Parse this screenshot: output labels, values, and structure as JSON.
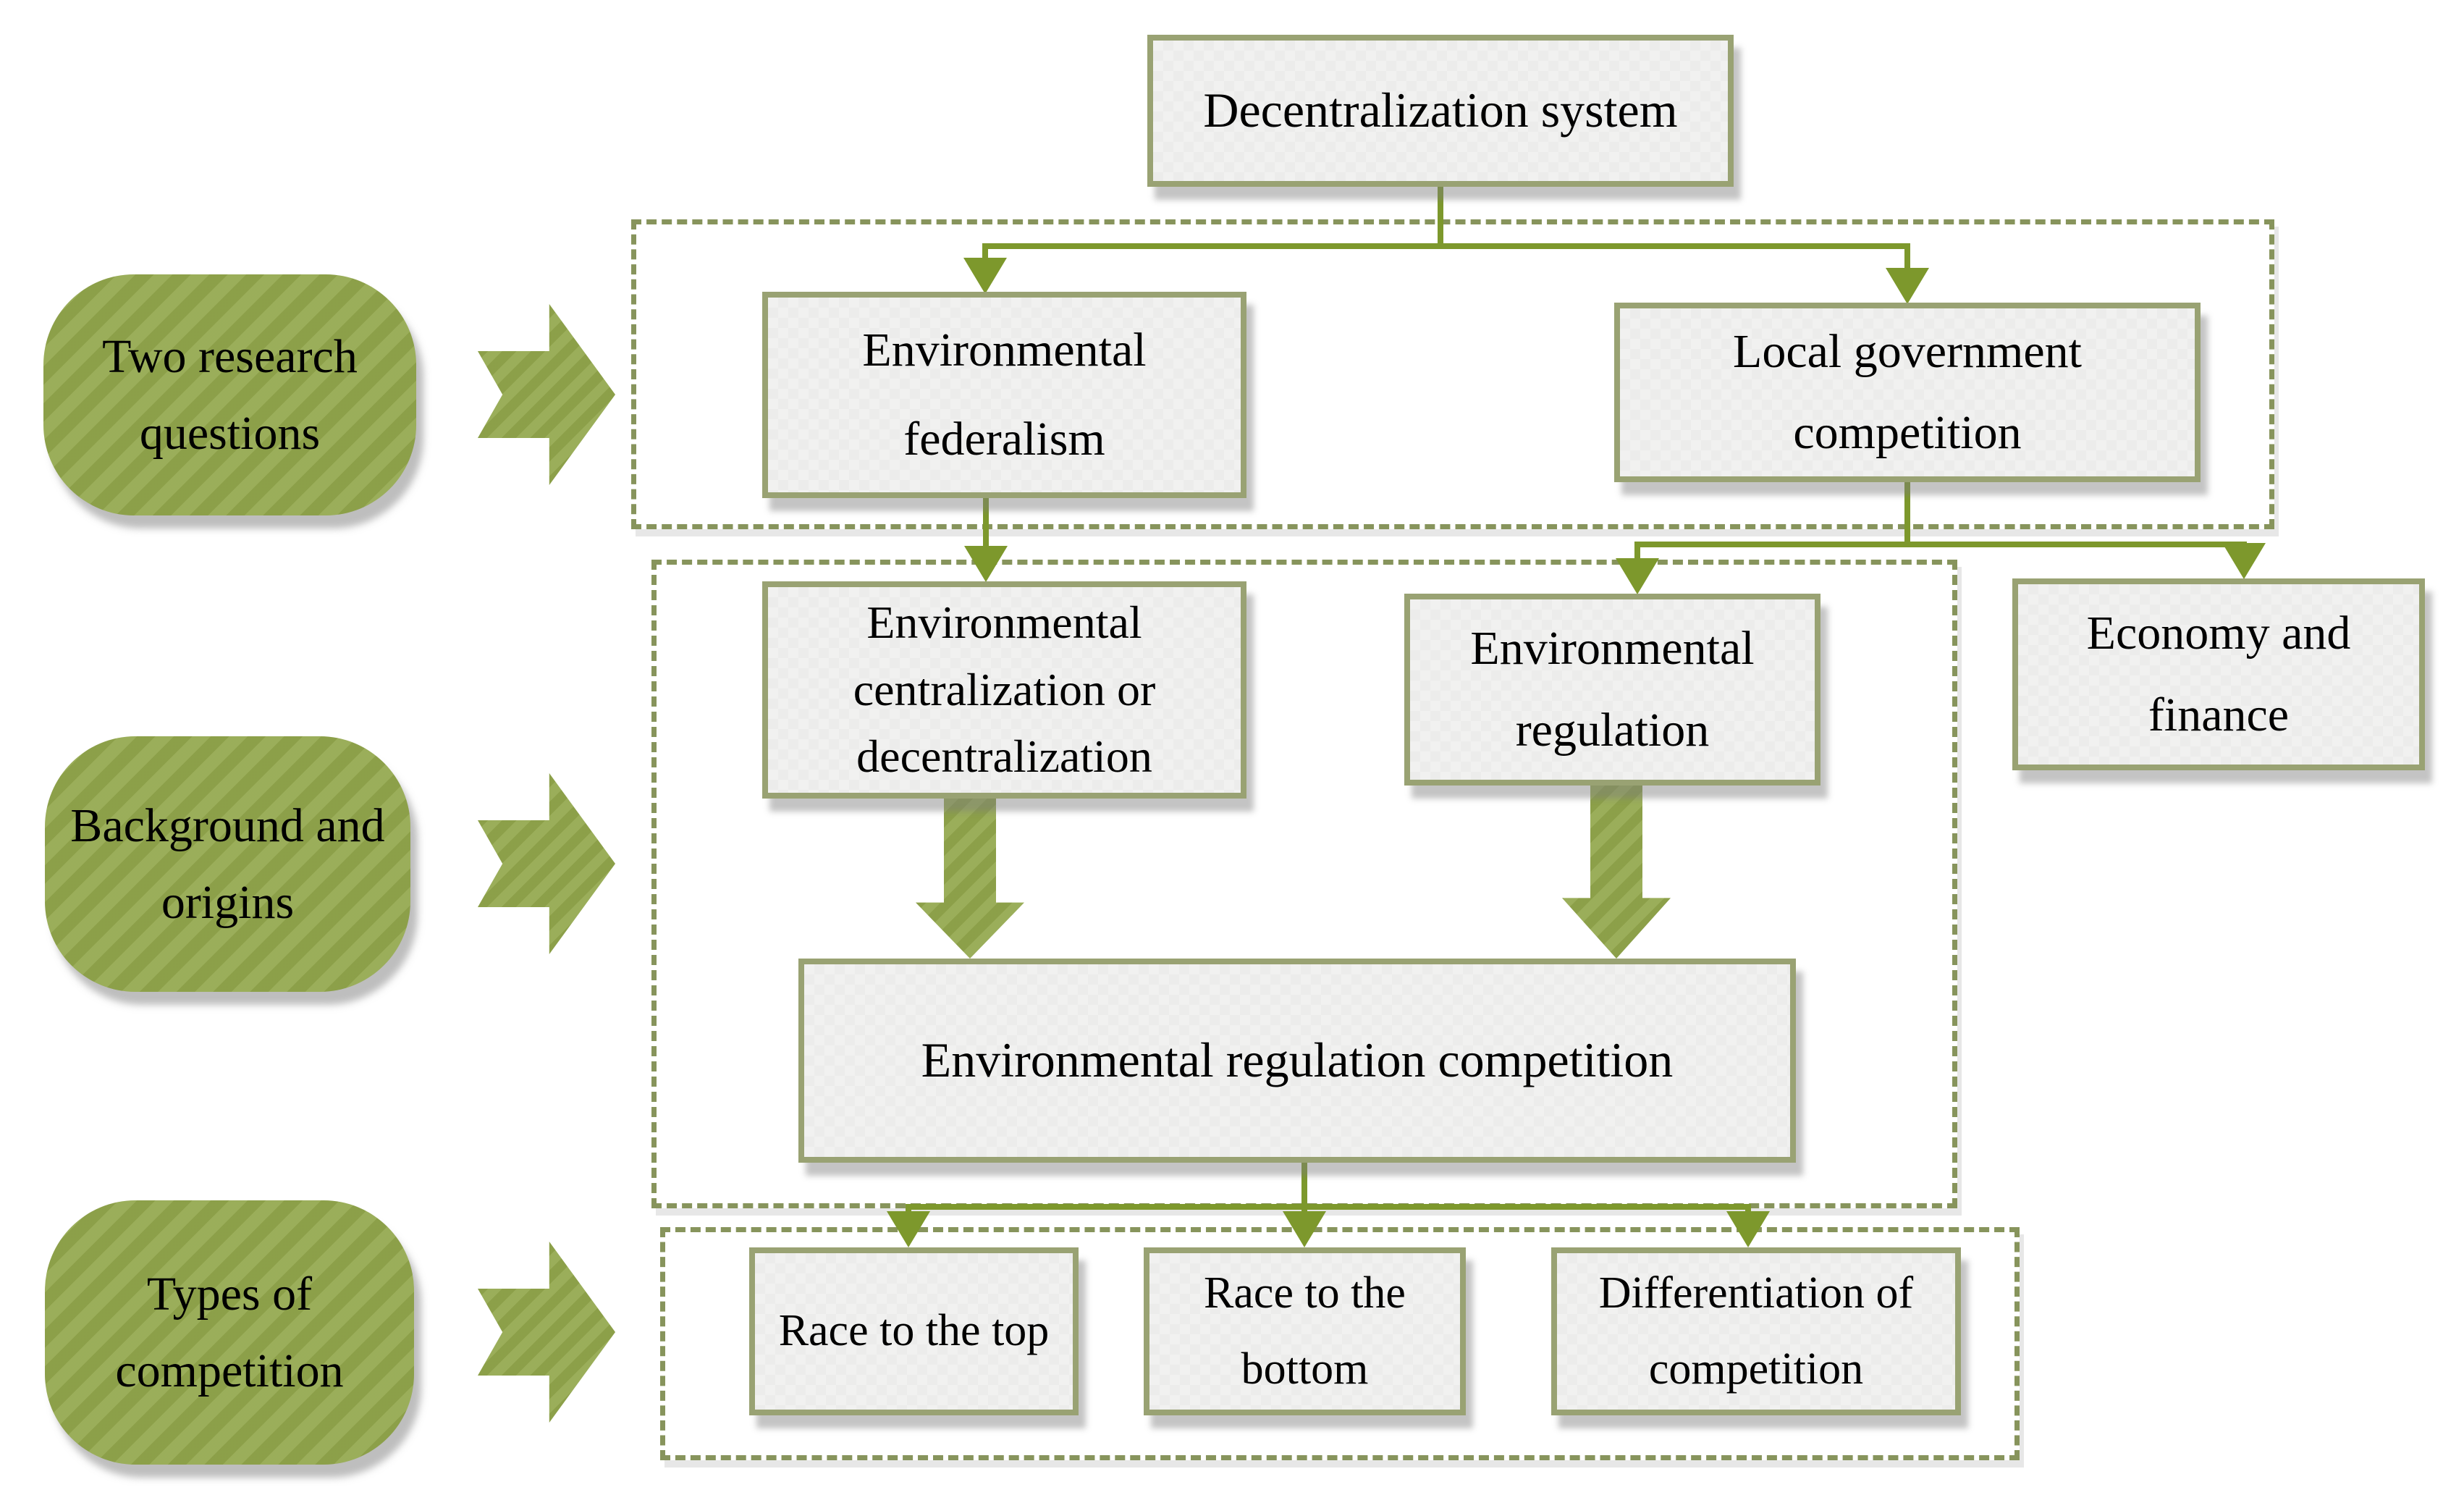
{
  "nodes": {
    "decentralization": "Decentralization system",
    "env_federalism": "Environmental federalism",
    "local_gov_competition": "Local government competition",
    "env_centralization": "Environmental centralization or decentralization",
    "env_regulation": "Environmental regulation",
    "economy_finance": "Economy and finance",
    "env_reg_competition": "Environmental regulation competition",
    "race_top": "Race to the top",
    "race_bottom": "Race to the bottom",
    "diff_competition": "Differentiation of competition"
  },
  "pills": [
    {
      "label": "Two research questions"
    },
    {
      "label": "Background and origins"
    },
    {
      "label": "Types of competition"
    }
  ],
  "colors": {
    "accent_green": "#7d982c",
    "shape_green": "#93a84d",
    "box_fill": "#f1f1f0",
    "box_border": "#99a273",
    "dash_border": "#87945c"
  }
}
